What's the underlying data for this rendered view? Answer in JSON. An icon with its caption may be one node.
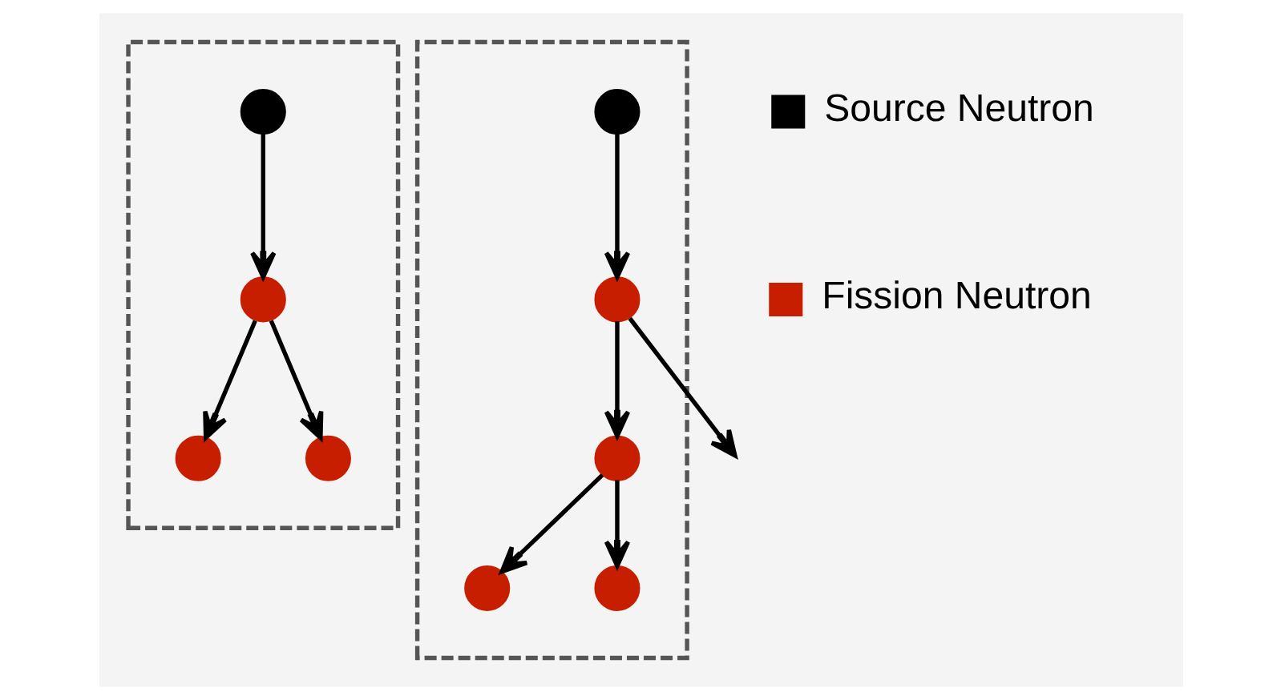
{
  "diagram": {
    "nodes": [
      {
        "text": [],
        "shape": "box"
      },
      {
        "text": [],
        "shape": "circle",
        "in": 0
      },
      {
        "text": [],
        "shape": "circle",
        "in": 0
      },
      {
        "text": [],
        "shape": "circle",
        "in": 0
      },
      {
        "text": [],
        "shape": "circle",
        "in": 0
      },
      {
        "text": [],
        "shape": "box"
      },
      {
        "text": [],
        "shape": "circle",
        "in": 5
      },
      {
        "text": [],
        "shape": "circle",
        "in": 5
      },
      {
        "text": [],
        "shape": "circle",
        "in": 5
      },
      {
        "text": [],
        "shape": "circle",
        "in": 5
      },
      {
        "text": [],
        "shape": "circle",
        "in": 5
      }
    ],
    "edges": [
      {
        "from": 1,
        "to": 2,
        "arrow": "to"
      },
      {
        "from": 2,
        "to": 3,
        "arrow": "to"
      },
      {
        "from": 2,
        "to": 4,
        "arrow": "to"
      },
      {
        "from": 6,
        "to": 7,
        "arrow": "to"
      },
      {
        "from": 7,
        "to": null,
        "arrow": "to"
      },
      {
        "from": 7,
        "to": 8,
        "arrow": "to"
      },
      {
        "from": 8,
        "to": 9,
        "arrow": "to"
      },
      {
        "from": 8,
        "to": 10,
        "arrow": "to"
      }
    ],
    "legend": [
      {
        "text": "Source Neutron",
        "color": "#000000"
      },
      {
        "text": "Fission Neutron",
        "color": "#c81e00"
      }
    ]
  }
}
